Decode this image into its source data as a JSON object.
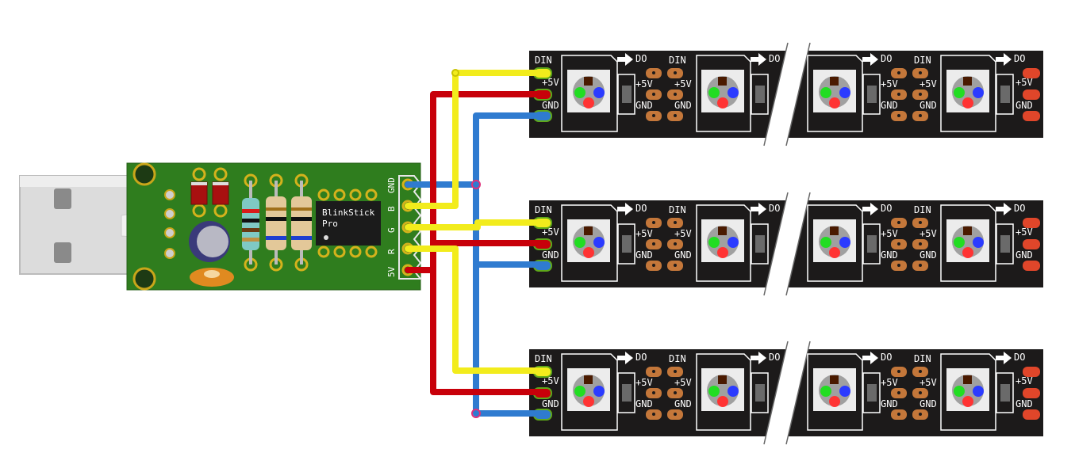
{
  "board": {
    "chip_label": "BlinkStick",
    "chip_sublabel": "Pro",
    "pin_labels": [
      "GND",
      "B",
      "G",
      "R",
      "5V"
    ],
    "pcb_color": "#2f7d1e",
    "pad_color": "#d4b21c"
  },
  "strip": {
    "din_label": "DIN",
    "do_label": "DO",
    "vcc_label": "+5V",
    "gnd_label": "GND",
    "strip_color": "#1c1a1a",
    "pad_color": "#c4773a",
    "led_colors": [
      "#ff3333",
      "#22dd22",
      "#2b3bff"
    ]
  },
  "strips": [
    {
      "id": "strip-1"
    },
    {
      "id": "strip-2"
    },
    {
      "id": "strip-3"
    }
  ],
  "wires": {
    "data": "#f2ec1c",
    "power": "#c8000a",
    "ground": "#2f7bd0"
  }
}
